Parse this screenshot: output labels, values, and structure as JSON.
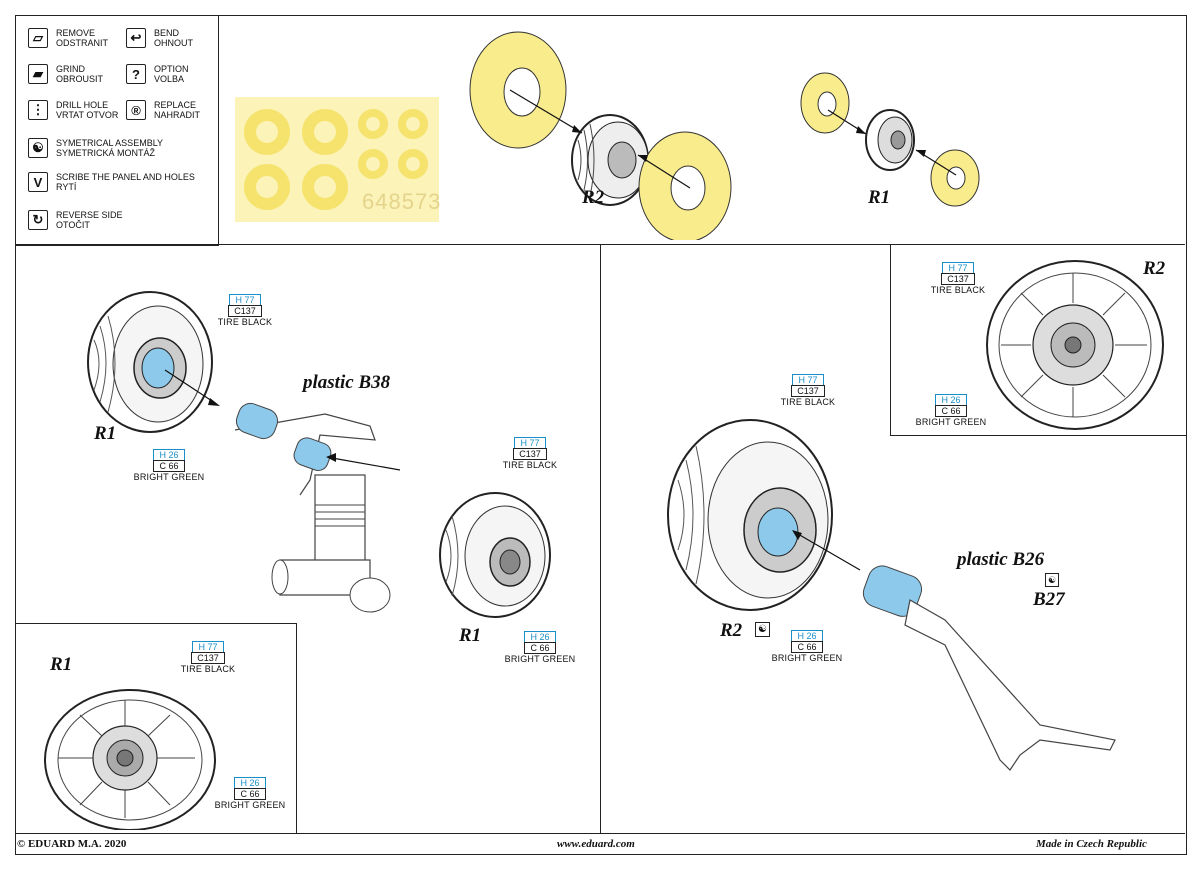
{
  "legend": [
    {
      "icon": "remove-icon",
      "glyph": "▱",
      "text": "REMOVE\nODSTRANIT"
    },
    {
      "icon": "bend-icon",
      "glyph": "↩",
      "text": "BEND\nOHNOUT"
    },
    {
      "icon": "grind-icon",
      "glyph": "▰",
      "text": "GRIND\nOBROUSIT"
    },
    {
      "icon": "option-icon",
      "glyph": "?",
      "text": "OPTION\nVOLBA"
    },
    {
      "icon": "drill-hole-icon",
      "glyph": "⋮",
      "text": "DRILL HOLE\nVRTAT OTVOR"
    },
    {
      "icon": "replace-icon",
      "glyph": "®",
      "text": "REPLACE\nNAHRADIT"
    },
    {
      "icon": "symmetrical-icon",
      "glyph": "☯",
      "text": "SYMETRICAL ASSEMBLY\nSYMETRICKÁ MONTÁŽ"
    },
    {
      "icon": "scribe-icon",
      "glyph": "V",
      "text": "SCRIBE THE PANEL AND HOLES\nRYTÍ"
    },
    {
      "icon": "reverse-side-icon",
      "glyph": "↻",
      "text": "REVERSE SIDE\nOTOČIT"
    }
  ],
  "mask_sheet": {
    "number": "648573"
  },
  "labels": {
    "r1": "R1",
    "r2": "R2",
    "plastic_b38": "plastic  B38",
    "plastic_b26": "plastic  B26",
    "b27": "B27"
  },
  "paints": {
    "tire": {
      "h": "H 77",
      "c": "C137",
      "name": "TIRE BLACK"
    },
    "hub": {
      "h": "H 26",
      "c": "C 66",
      "name": "BRIGHT GREEN"
    }
  },
  "footer": {
    "copyright": "© EDUARD  M.A. 2020",
    "url": "www.eduard.com",
    "origin": "Made in Czech Republic"
  },
  "colors": {
    "mask_yellow": "#f9ec8c",
    "part_blue": "#8cc9ea",
    "paint_blue": "#1a8fc9"
  }
}
